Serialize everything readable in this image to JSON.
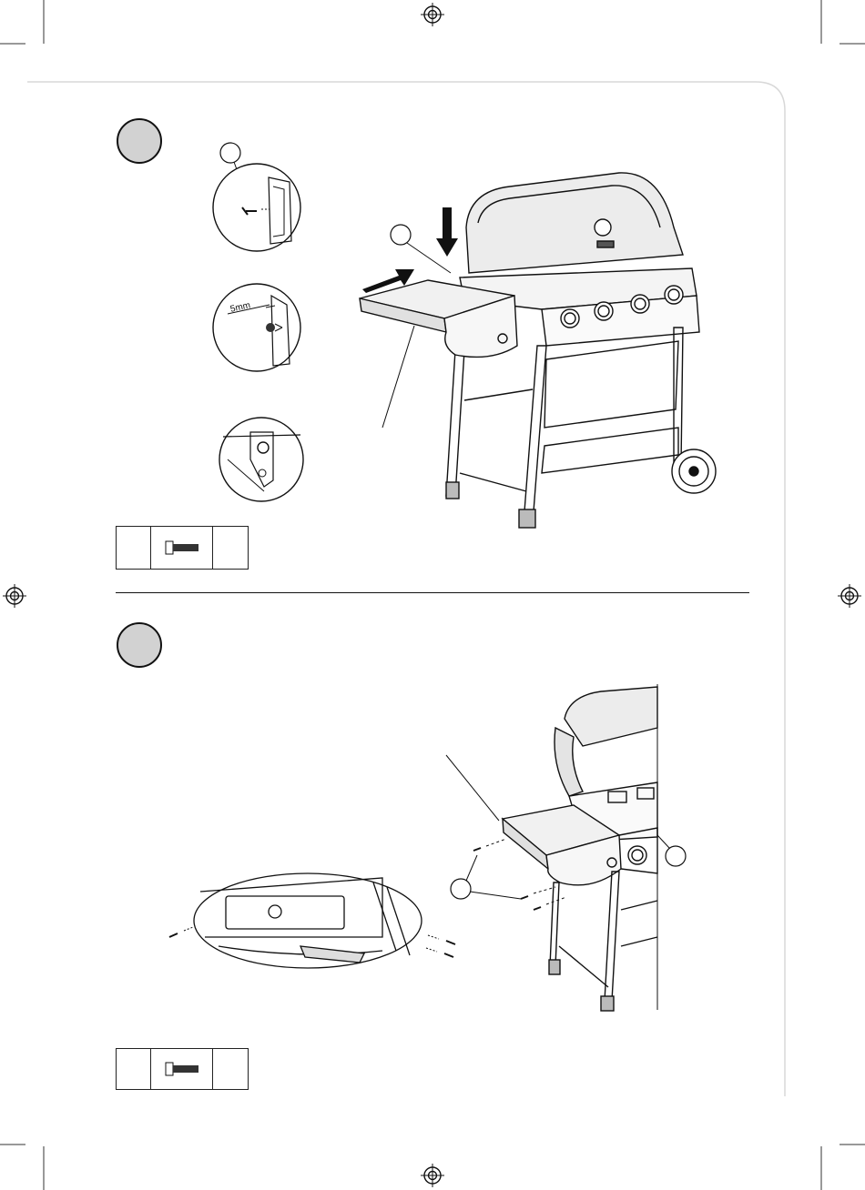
{
  "page": {
    "section_1": {
      "step_badge": "",
      "parts_table": {
        "qty": "",
        "part_icon": "bolt-icon",
        "count": ""
      },
      "detail_callouts": [
        {
          "name": "detail-bolt-insert"
        },
        {
          "name": "detail-5mm-gap",
          "dimension_label": "5mm"
        },
        {
          "name": "detail-bolt-tightened"
        }
      ],
      "main_illustration": "grill-side-shelf-assembly"
    },
    "section_2": {
      "step_badge": "",
      "parts_table": {
        "qty": "",
        "part_icon": "bolt-icon",
        "count": ""
      },
      "detail_callouts": [
        {
          "name": "detail-shelf-underside"
        }
      ],
      "main_illustration": "grill-side-shelf-bolts"
    },
    "colors": {
      "badge_fill": "#d2d2d2",
      "line": "#111111",
      "frame": "#d8d8d8"
    }
  }
}
